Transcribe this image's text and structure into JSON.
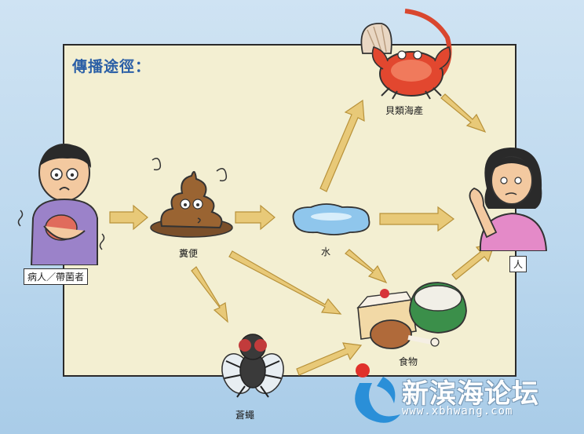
{
  "diagram": {
    "title": "傳播途徑：",
    "nodes": {
      "patient": "病人／帶菌者",
      "feces": "糞便",
      "water": "水",
      "shellfish": "貝類海產",
      "flies": "蒼蠅",
      "food": "食物",
      "person": "人"
    },
    "edges": [
      [
        "patient",
        "feces"
      ],
      [
        "feces",
        "water"
      ],
      [
        "feces",
        "flies"
      ],
      [
        "feces",
        "food"
      ],
      [
        "water",
        "shellfish"
      ],
      [
        "water",
        "person"
      ],
      [
        "water",
        "food"
      ],
      [
        "shellfish",
        "person"
      ],
      [
        "flies",
        "food"
      ],
      [
        "food",
        "person"
      ]
    ]
  },
  "watermark": {
    "name": "新滨海论坛",
    "url": "www.xbhwang.com"
  },
  "colors": {
    "panel": "#f3efd2",
    "arrow": "#e8c978",
    "title": "#2b5fa6",
    "background": "#bcd8ee",
    "logo_blue": "#2a8fd8",
    "logo_red": "#e0312b"
  }
}
